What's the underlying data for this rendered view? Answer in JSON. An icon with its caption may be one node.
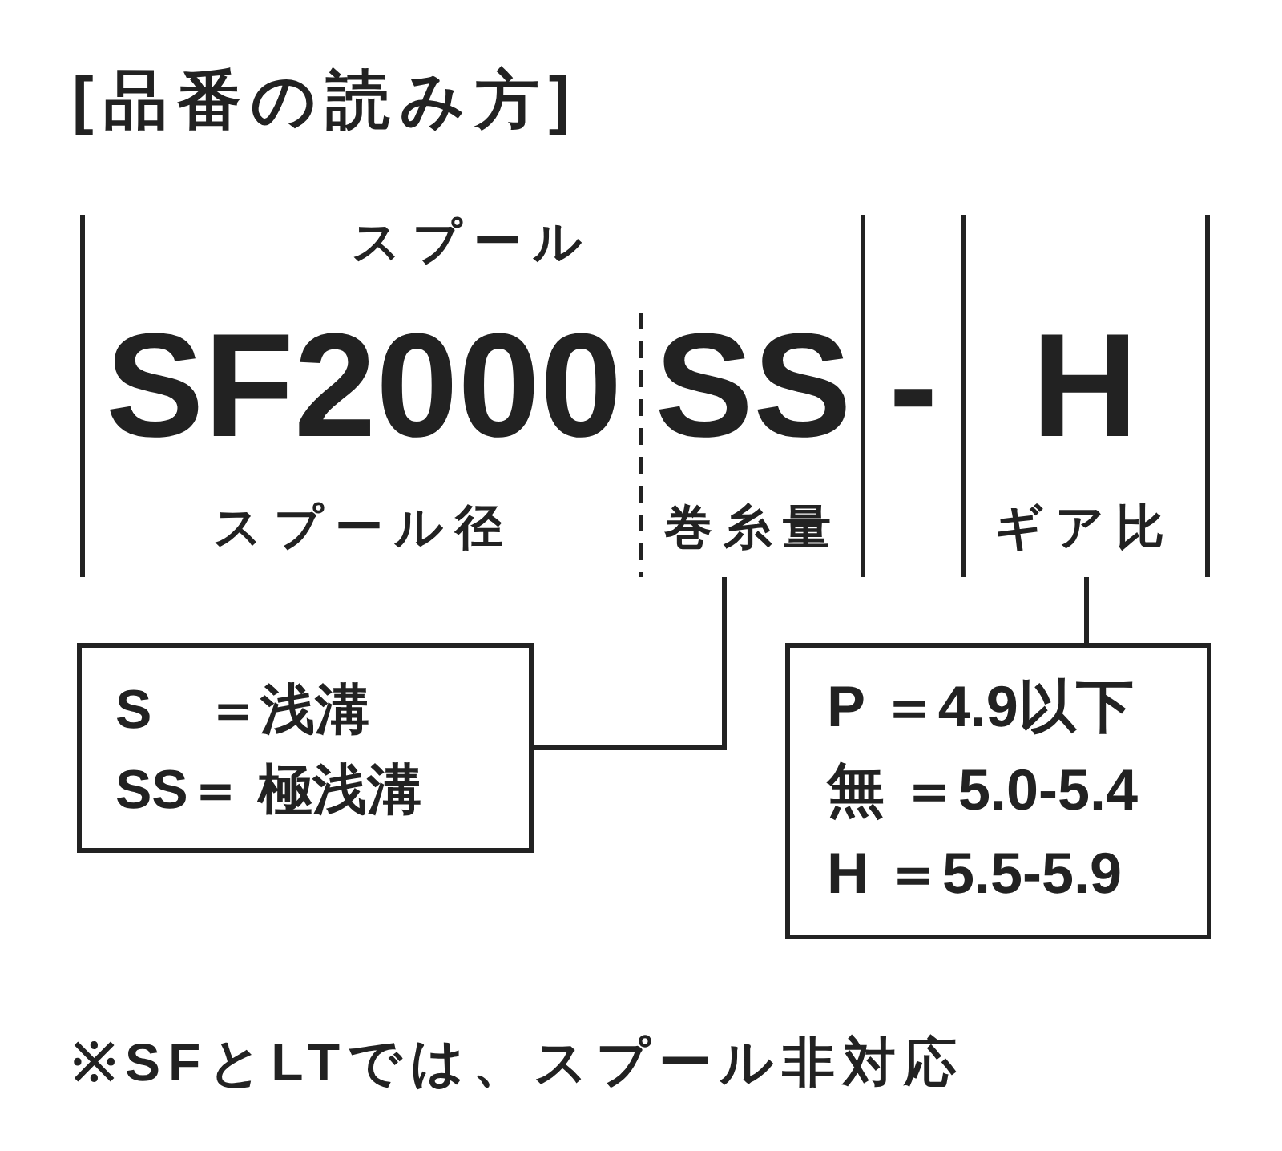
{
  "diagram": {
    "title": "[品番の読み方]",
    "nodes": [
      {
        "text": [
          "スプール"
        ]
      },
      {
        "text": [
          "SF2000",
          "スプール径"
        ],
        "in": 0
      },
      {
        "text": [
          "SS",
          "巻糸量"
        ],
        "in": 0
      },
      {
        "text": [
          "-"
        ]
      },
      {
        "text": [
          "H",
          "ギア比"
        ]
      },
      {
        "text": [
          "S　＝浅溝",
          "SS＝ 極浅溝"
        ]
      },
      {
        "text": [
          "P ＝4.9以下",
          "無 ＝5.0-5.4",
          "H ＝5.5-5.9"
        ]
      }
    ],
    "edges": [
      {
        "from": 2,
        "to": 5,
        "arrow": "none"
      },
      {
        "from": 4,
        "to": 6,
        "arrow": "none"
      }
    ],
    "labels": [
      "※SFとLTでは、スプール非対応"
    ]
  }
}
